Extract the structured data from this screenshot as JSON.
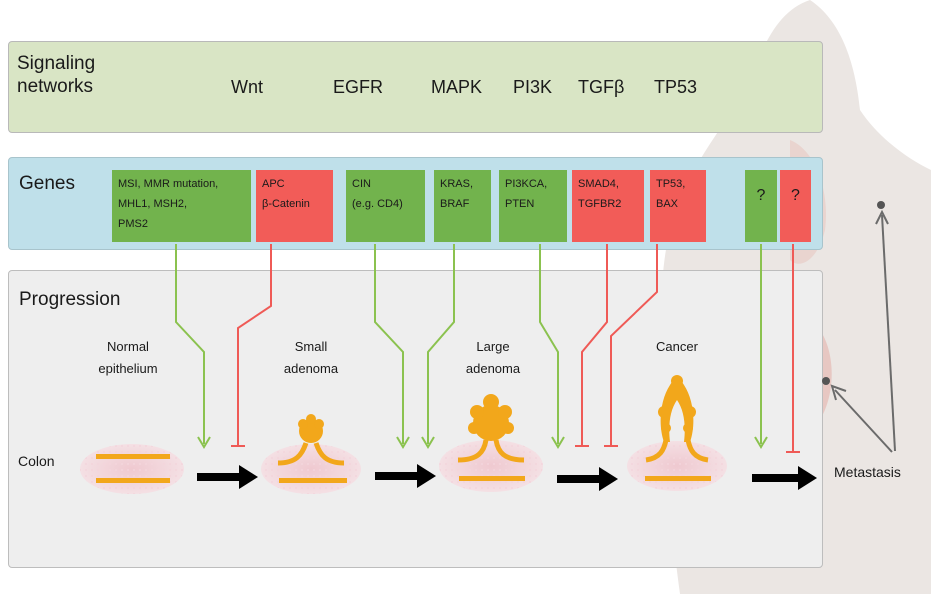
{
  "signaling": {
    "title": [
      "Signaling",
      "networks"
    ],
    "pathways": [
      "Wnt",
      "EGFR",
      "MAPK",
      "PI3K",
      "TGFβ",
      "TP53"
    ]
  },
  "genes": {
    "title": "Genes",
    "boxes": [
      {
        "type": "activating",
        "lines": [
          "MSI, MMR mutation,",
          "MHL1, MSH2,",
          "PMS2"
        ]
      },
      {
        "type": "inhibiting",
        "lines": [
          "APC",
          "β-Catenin"
        ]
      },
      {
        "type": "activating",
        "lines": [
          "CIN",
          "(e.g. CD4)"
        ]
      },
      {
        "type": "activating",
        "lines": [
          "KRAS,",
          "BRAF"
        ]
      },
      {
        "type": "activating",
        "lines": [
          "PI3KCA,",
          "PTEN"
        ]
      },
      {
        "type": "inhibiting",
        "lines": [
          "SMAD4,",
          "TGFBR2"
        ]
      },
      {
        "type": "inhibiting",
        "lines": [
          "TP53,",
          "BAX"
        ]
      },
      {
        "type": "activating",
        "lines": [
          "?"
        ]
      },
      {
        "type": "inhibiting",
        "lines": [
          "?"
        ]
      }
    ]
  },
  "progression": {
    "title": "Progression",
    "row_label": "Colon",
    "stages": [
      {
        "lines": [
          "Normal",
          "epithelium"
        ]
      },
      {
        "lines": [
          "Small",
          "adenoma"
        ]
      },
      {
        "lines": [
          "Large",
          "adenoma"
        ]
      },
      {
        "lines": [
          "Cancer"
        ]
      }
    ],
    "endpoint": "Metastasis"
  },
  "colors": {
    "activating": "#8bc24f",
    "inhibiting": "#ef5a56",
    "tissue": "#f2a71b",
    "arrow": "#000000"
  }
}
